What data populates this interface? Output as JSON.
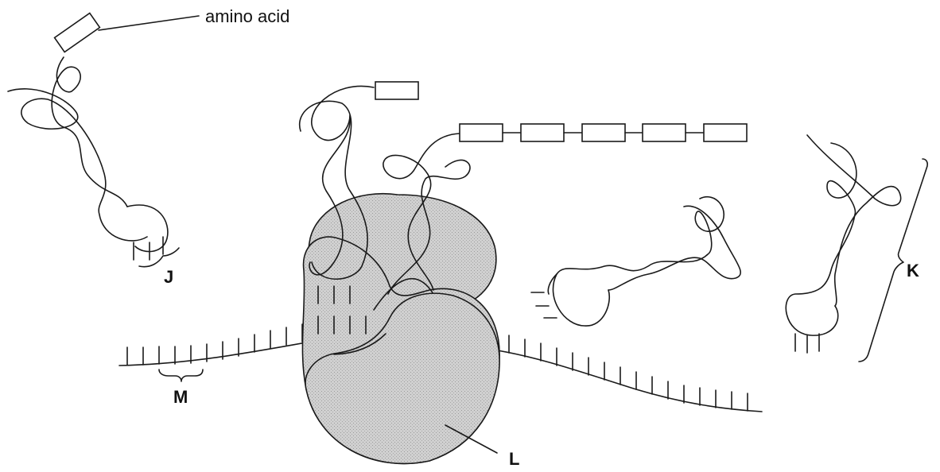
{
  "labels": {
    "amino_acid": "amino acid",
    "J": "J",
    "K": "K",
    "L": "L",
    "M": "M"
  },
  "colors": {
    "line": "#1a1a1a",
    "ribosome_fill": "#c9c9c9"
  }
}
